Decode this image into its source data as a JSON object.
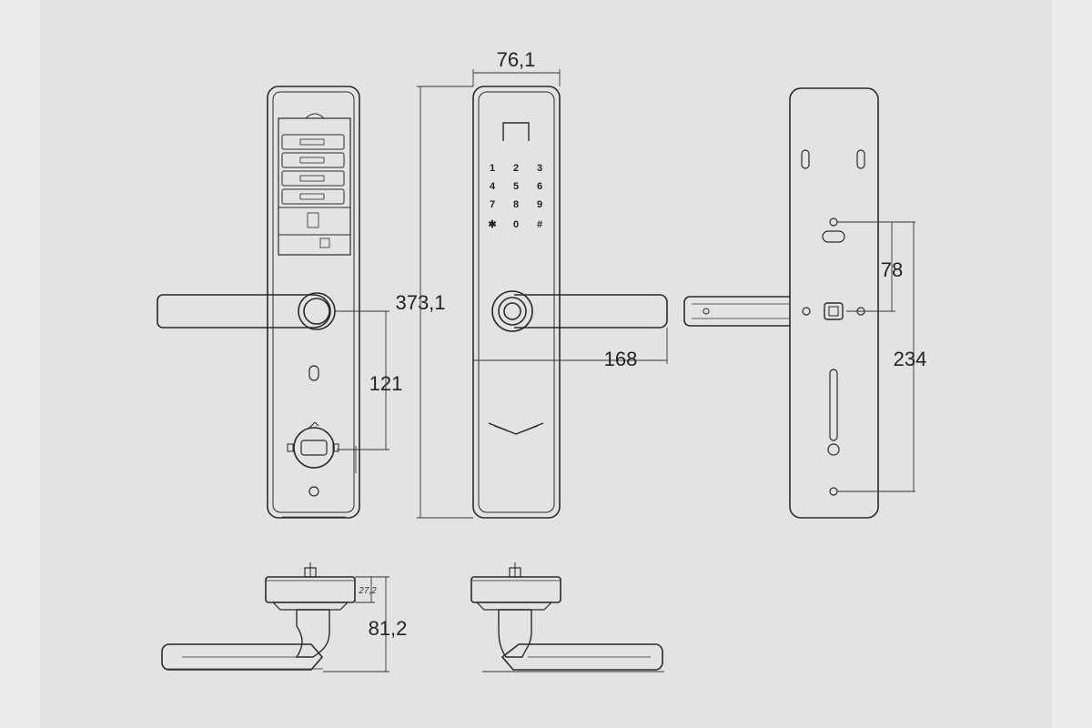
{
  "dimensions": {
    "width": "76,1",
    "height": "373,1",
    "handle_length": "168",
    "handle_to_cylinder": "121",
    "screw_spacing_top": "78",
    "screw_spacing_bottom": "234",
    "depth_total": "81,2",
    "depth_small": "27,2"
  },
  "keypad": {
    "keys": [
      "1",
      "2",
      "3",
      "4",
      "5",
      "6",
      "7",
      "8",
      "9",
      "✱",
      "0",
      "#"
    ]
  },
  "colors": {
    "background": "#e3e3e3",
    "line": "#2a2a2a"
  }
}
